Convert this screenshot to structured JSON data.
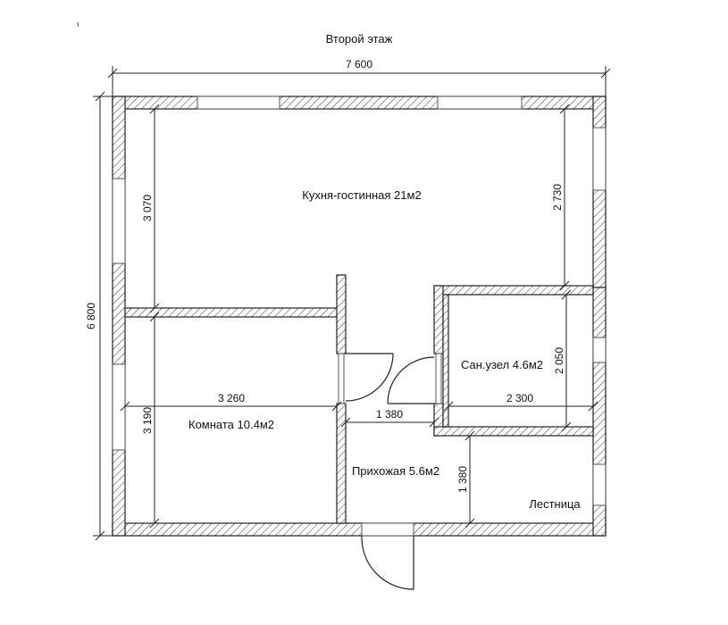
{
  "title": "Второй этаж",
  "rooms": {
    "living_kitchen": "Кухня-гостинная 21м2",
    "bathroom": "Сан.узел 4.6м2",
    "room": "Комната 10.4м2",
    "hallway": "Прихожая 5.6м2",
    "stairs": "Лестница"
  },
  "dimensions": {
    "overall_width": "7 600",
    "overall_height": "6 800",
    "living_left_height": "3 070",
    "living_right_height": "2 730",
    "room_width": "3 260",
    "room_height": "3 190",
    "bath_height": "2 050",
    "bath_width": "2 300",
    "hall_width": "1 380",
    "hall_height": "1 380"
  }
}
